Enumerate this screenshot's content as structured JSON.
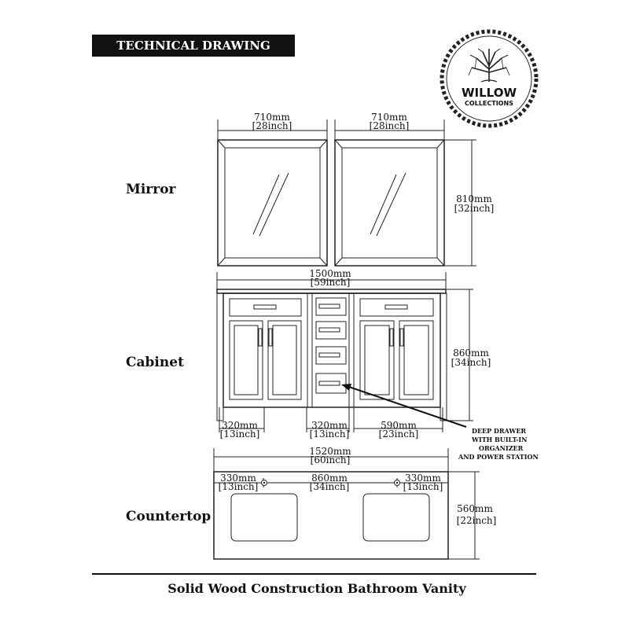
{
  "header": {
    "title": "TECHNICAL DRAWING"
  },
  "logo": {
    "name": "WILLOW",
    "sub": "COLLECTIONS"
  },
  "sections": {
    "mirror": "Mirror",
    "cabinet": "Cabinet",
    "countertop": "Countertop"
  },
  "mirror": {
    "left_width_mm": "710mm",
    "left_width_in": "[28inch]",
    "right_width_mm": "710mm",
    "right_width_in": "[28inch]",
    "height_mm": "810mm",
    "height_in": "[32inch]"
  },
  "cabinet": {
    "width_mm": "1500mm",
    "width_in": "[59inch]",
    "height_mm": "860mm",
    "height_in": "[34inch]",
    "d1_mm": "320mm",
    "d1_in": "[13inch]",
    "d2_mm": "320mm",
    "d2_in": "[13inch]",
    "d3_mm": "590mm",
    "d3_in": "[23inch]",
    "note_lines": [
      "DEEP DRAWER",
      "WITH BUILT-IN",
      "ORGANIZER",
      "AND POWER STATION"
    ]
  },
  "countertop": {
    "width_mm": "1520mm",
    "width_in": "[60inch]",
    "d1_mm": "330mm",
    "d1_in": "[13inch]",
    "d2_mm": "860mm",
    "d2_in": "[34inch]",
    "d3_mm": "330mm",
    "d3_in": "[13inch]",
    "depth_mm": "560mm",
    "depth_in": "[22inch]"
  },
  "footer": {
    "caption": "Solid Wood Construction Bathroom Vanity"
  },
  "colors": {
    "ink": "#111111",
    "banner_bg": "#111111",
    "banner_text": "#ffffff",
    "background": "#ffffff"
  }
}
